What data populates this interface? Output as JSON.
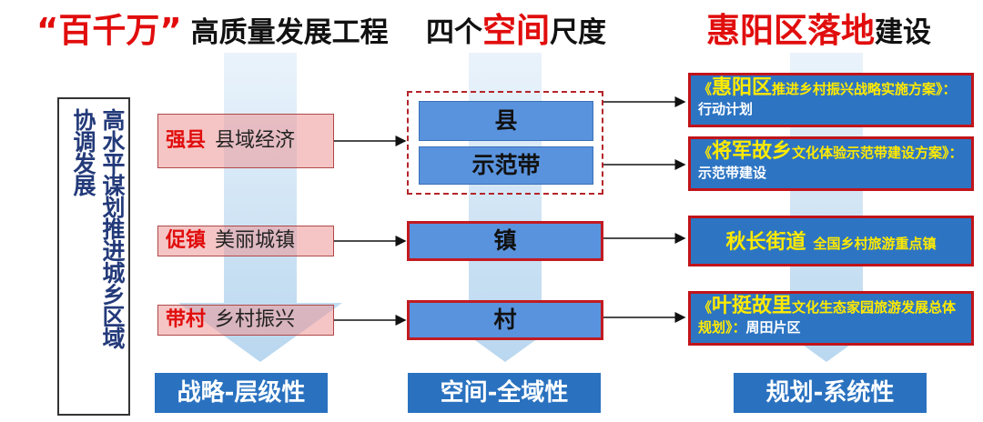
{
  "header": {
    "quote_red": "“百千万”",
    "project": "高质量发展工程",
    "scale_pre": "四个",
    "scale_red": "空间",
    "scale_post": "尺度",
    "right_red": "惠阳区落地",
    "right_post": "建设"
  },
  "left_panel": {
    "col1": "协调发展",
    "col2": "高水平谋划推进城乡区域"
  },
  "strategy": [
    {
      "em": "强县",
      "text": "县域经济"
    },
    {
      "em": "促镇",
      "text": "美丽城镇"
    },
    {
      "em": "带村",
      "text": "乡村振兴"
    }
  ],
  "space": {
    "county": "县",
    "demo_belt": "示范带",
    "town": "镇",
    "village": "村"
  },
  "implementation": [
    {
      "pre": "《",
      "em": "惠阳区",
      "rest": "推进乡村振兴战略实施方案》：",
      "tail": "行动计划"
    },
    {
      "pre": "《",
      "em": "将军故乡",
      "rest": "文化体验示范带建设方案》：",
      "tail": "示范带建设"
    },
    {
      "em": "秋长街道",
      "rest": "全国乡村旅游重点镇"
    },
    {
      "pre": "《",
      "em": "叶挺故里",
      "rest": "文化生态家园旅游发展总体规划》：",
      "tail": "周田片区"
    }
  ],
  "bottom_labels": {
    "strategy": "战略-层级性",
    "space": "空间-全域性",
    "planning": "规划-系统性"
  },
  "colors": {
    "accent_red": "#e10d0d",
    "block_blue": "#5a93dd",
    "label_blue": "#2a72c0",
    "yellow": "#ffea00"
  }
}
